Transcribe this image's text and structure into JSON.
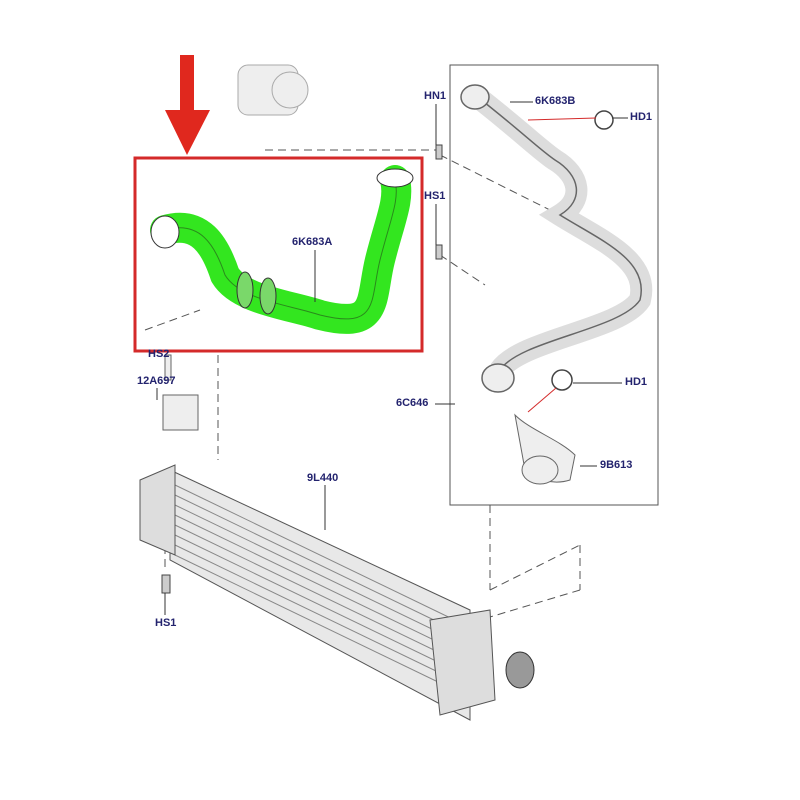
{
  "colors": {
    "label": "#23236e",
    "highlight_box": "#d42a2a",
    "arrow": "#e0281e",
    "hose_highlight": "#33e61f",
    "parts": "#777777"
  },
  "labels": {
    "hn1": "HN1",
    "p6k683b": "6K683B",
    "hd1_top": "HD1",
    "hs1_top": "HS1",
    "p6k683a": "6K683A",
    "hs2": "HS2",
    "p12a697": "12A697",
    "p6c646": "6C646",
    "hd1_mid": "HD1",
    "p9b613": "9B613",
    "p9l440": "9L440",
    "hs1_bottom": "HS1"
  }
}
